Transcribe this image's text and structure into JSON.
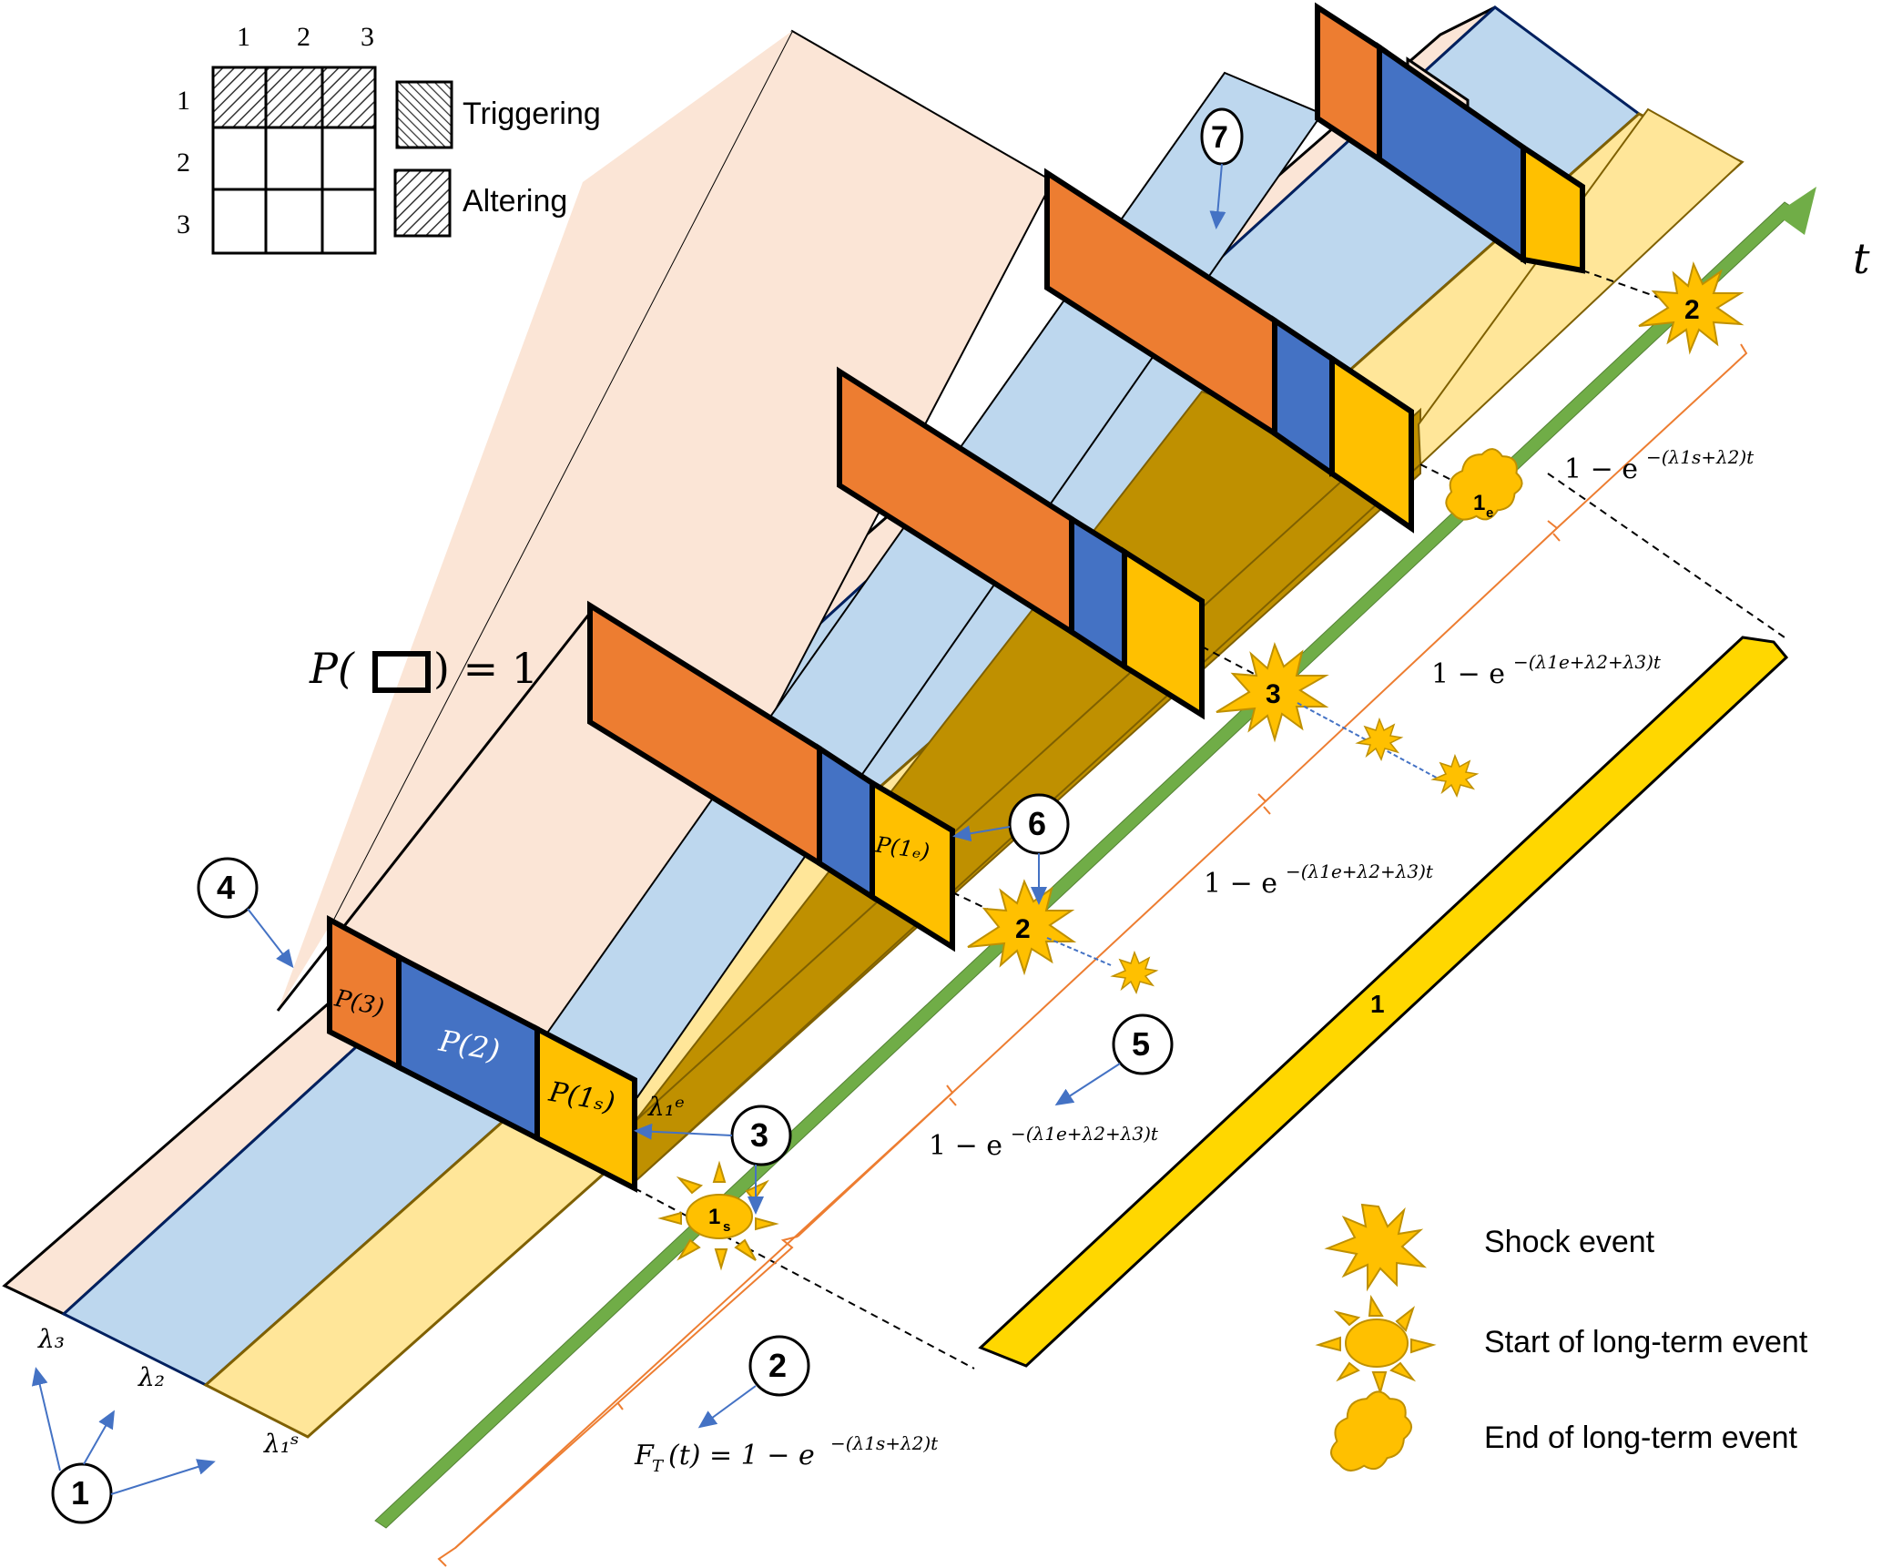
{
  "colors": {
    "pink": "#FBE5D6",
    "light_blue": "#BDD7EE",
    "light_yellow": "#FFE699",
    "orange": "#ED7D31",
    "blue": "#4472C4",
    "gold": "#FFC000",
    "dark_gold": "#BF9000",
    "green": "#70AD47",
    "bracket": "#ED7D31",
    "arrow": "#4472C4",
    "bar": "#FFD700"
  },
  "matrix_legend": {
    "column_headers": [
      "1",
      "2",
      "3"
    ],
    "row_headers": [
      "1",
      "2",
      "3"
    ],
    "hatched_row": "1",
    "items": [
      {
        "label": "Triggering",
        "pattern": "backslash-hatch"
      },
      {
        "label": "Altering",
        "pattern": "forward-hatch"
      }
    ]
  },
  "lane_labels": {
    "lambda3": "λ₃",
    "lambda2": "λ₂",
    "lambda1s": "λ₁ˢ",
    "lambda1e": "λ₁ᵉ"
  },
  "probability_labels": {
    "p3": "P(3)",
    "p2": "P(2)",
    "p1s": "P(1ₛ)",
    "p1e": "P(1ₑ)",
    "normalization": "P(□) = 1"
  },
  "time_axis": {
    "label": "t"
  },
  "events": [
    {
      "type": "start",
      "label": "1",
      "sub": "s"
    },
    {
      "type": "shock",
      "label": "2"
    },
    {
      "type": "shock",
      "label": "3"
    },
    {
      "type": "end",
      "label": "1",
      "sub": "e"
    },
    {
      "type": "shock",
      "label": "2"
    }
  ],
  "formulas": {
    "cdf": "F_T(t) = 1 − e^−(λ1s+λ2)t",
    "cdf_lhs": "F",
    "cdf_sub": "T",
    "cdf_rest": "(t) = 1 − e",
    "exp_1s_2": "−(λ1s+λ2)t",
    "exp_1e_2_3": "−(λ1e+λ2+λ3)t",
    "one_minus_e": "1 − e",
    "seg1": "1 − e^−(λ1e+λ2+λ3)t",
    "seg2": "1 − e^−(λ1e+λ2+λ3)t",
    "seg3": "1 − e^−(λ1e+λ2+λ3)t",
    "seg4": "1 − e^−(λ1s+λ2)t"
  },
  "callouts": [
    "1",
    "2",
    "3",
    "4",
    "5",
    "6",
    "7"
  ],
  "long_term_bar": {
    "label": "1"
  },
  "event_legend": [
    {
      "icon": "shock-icon",
      "label": "Shock event"
    },
    {
      "icon": "sun-icon",
      "label": "Start of long-term event"
    },
    {
      "icon": "cloud-icon",
      "label": "End of long-term event"
    }
  ]
}
